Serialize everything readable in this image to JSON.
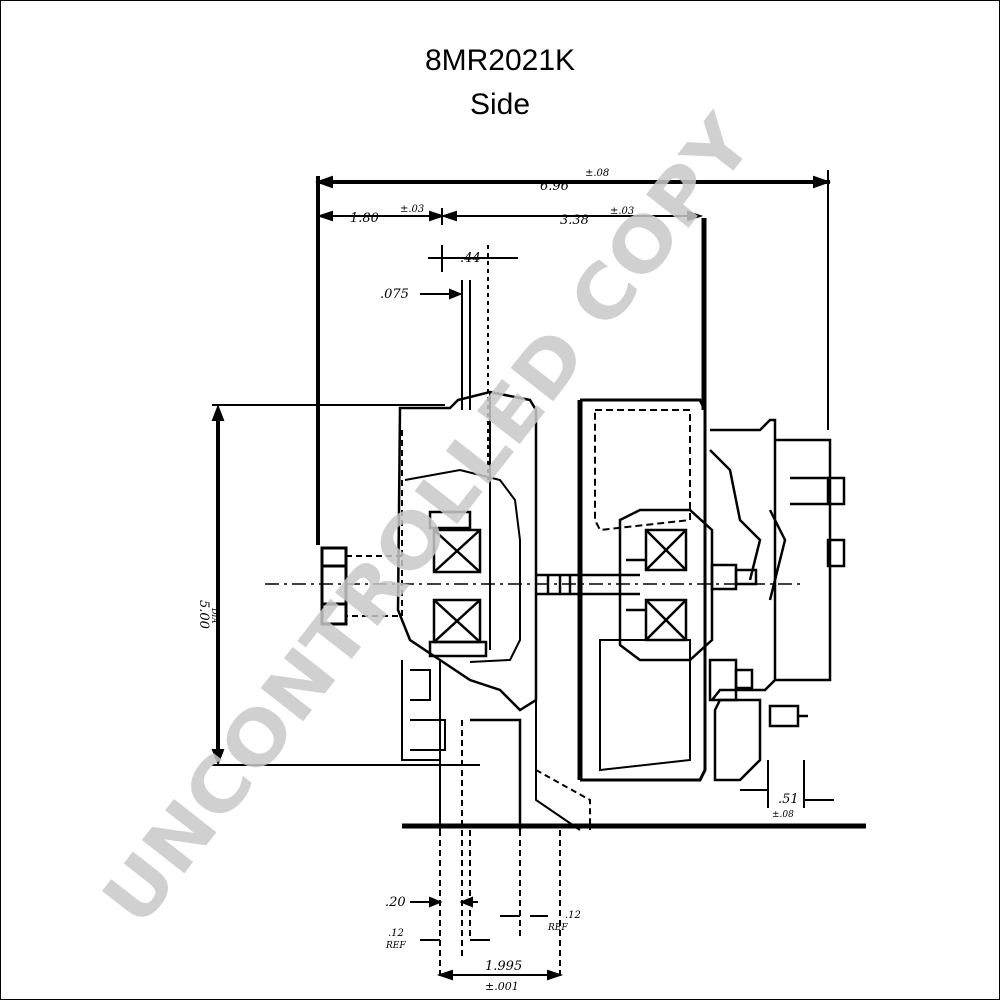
{
  "title": "8MR2021K",
  "subtitle": "Side",
  "watermark": "UNCONTROLLED COPY",
  "dimensions": {
    "overall_length": "6.96",
    "overall_tol": "±.08",
    "front_length": "1.80",
    "front_tol": "±.03",
    "body_length": "3.38",
    "body_tol": "±.03",
    "hub_width": ".44",
    "flange_thk": ".075",
    "diameter": "5.00",
    "diameter_note": "DIA",
    "terminal_offset": ".51",
    "terminal_tol": "±.08",
    "mount_a": ".20",
    "mount_b": ".12",
    "mount_b_note": "REF",
    "mount_c": ".12",
    "mount_c_note": "REF",
    "mount_hole": "1.995",
    "mount_hole_tol": "±.001"
  },
  "colors": {
    "ink": "#000000",
    "watermark": "#c8c8c8"
  }
}
